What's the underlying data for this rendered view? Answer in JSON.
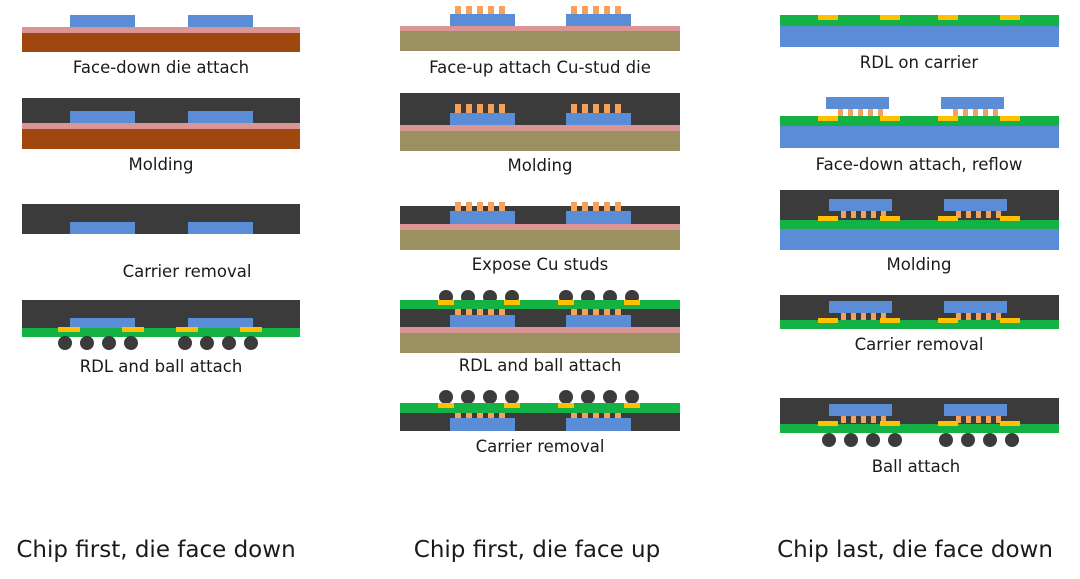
{
  "colors": {
    "die": "#5b8dd6",
    "mold": "#3b3b3b",
    "release_layer": "#d99694",
    "carrier_wafer": "#a0460f",
    "carrier_glass": "#9b9160",
    "carrier_blue": "#5b8dd6",
    "rdl": "#14b145",
    "pad": "#ffc000",
    "cu_stud": "#f6a05a",
    "ball": "#3b3b3b"
  },
  "columns": [
    {
      "title": "Chip first, die face down",
      "steps": [
        {
          "label": "Face-down die attach"
        },
        {
          "label": "Molding"
        },
        {
          "label": "Carrier removal"
        },
        {
          "label": "RDL and ball attach"
        }
      ]
    },
    {
      "title": "Chip first, die face up",
      "steps": [
        {
          "label": "Face-up attach Cu-stud die"
        },
        {
          "label": "Molding"
        },
        {
          "label": "Expose Cu studs"
        },
        {
          "label": "RDL and ball attach"
        },
        {
          "label": "Carrier removal"
        }
      ]
    },
    {
      "title": "Chip last, die face down",
      "steps": [
        {
          "label": "RDL on carrier"
        },
        {
          "label": "Face-down attach, reflow"
        },
        {
          "label": "Molding"
        },
        {
          "label": "Carrier removal"
        },
        {
          "label": "Ball attach"
        }
      ]
    }
  ]
}
